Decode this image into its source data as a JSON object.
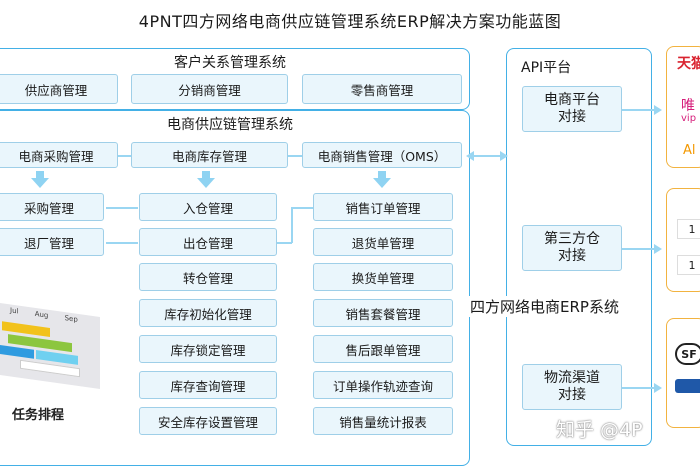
{
  "title": "4PNT四方网络电商供应链管理系统ERP解决方案功能蓝图",
  "crm": {
    "title": "客户关系管理系统",
    "items": [
      "供应商管理",
      "分销商管理",
      "零售商管理"
    ]
  },
  "scm": {
    "title": "电商供应链管理系统",
    "modules": [
      "电商采购管理",
      "电商库存管理",
      "电商销售管理（OMS）"
    ],
    "purchase_items": [
      "采购管理",
      "退厂管理"
    ],
    "inventory_items": [
      "入仓管理",
      "出仓管理",
      "转仓管理",
      "库存初始化管理",
      "库存锁定管理",
      "库存查询管理",
      "安全库存设置管理"
    ],
    "sales_items": [
      "销售订单管理",
      "退货单管理",
      "换货单管理",
      "销售套餐管理",
      "售后跟单管理",
      "订单操作轨迹查询",
      "销售量统计报表"
    ]
  },
  "api": {
    "title": "API平台",
    "items": [
      "电商平台\n对接",
      "第三方仓\n对接",
      "物流渠道\n对接"
    ]
  },
  "erp_label": "四方网络电商ERP系统",
  "task_label": "任务排程",
  "gantt_months": [
    "Jul",
    "Aug",
    "Sep"
  ],
  "brands": {
    "ecommerce": [
      "天猫",
      "唯",
      "vip",
      "Al"
    ],
    "warehouse": [
      "1",
      "1"
    ],
    "logistics": [
      "SF"
    ]
  },
  "watermark": "知乎 @4P"
}
